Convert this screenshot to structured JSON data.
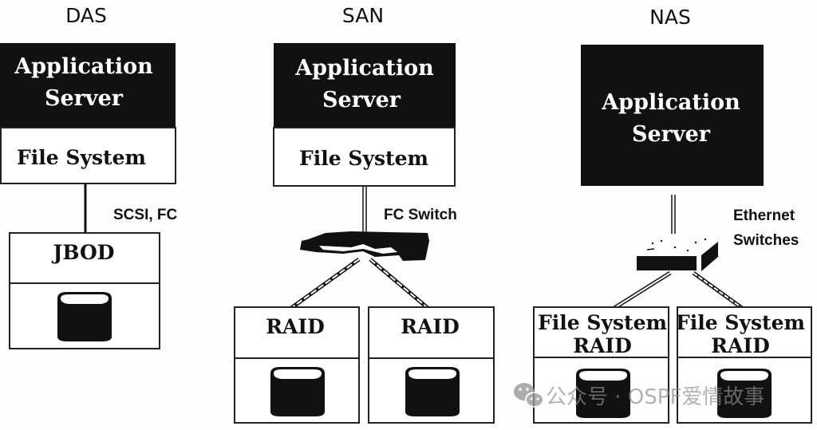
{
  "diagram": {
    "sections": [
      {
        "id": "das",
        "title": "DAS",
        "server": {
          "line1": "Application",
          "line2": "Server"
        },
        "file_system": "File System",
        "link_label": "SCSI, FC",
        "storage": [
          {
            "label": "JBOD"
          }
        ]
      },
      {
        "id": "san",
        "title": "SAN",
        "server": {
          "line1": "Application",
          "line2": "Server"
        },
        "file_system": "File System",
        "link_label": "FC Switch",
        "storage": [
          {
            "label": "RAID"
          },
          {
            "label": "RAID"
          }
        ]
      },
      {
        "id": "nas",
        "title": "NAS",
        "server": {
          "line1": "Application",
          "line2": "Server"
        },
        "link_label_line1": "Ethernet",
        "link_label_line2": "Switches",
        "storage": [
          {
            "label_line1": "File System",
            "label_line2": "RAID"
          },
          {
            "label_line1": "File System",
            "label_line2": "RAID"
          }
        ]
      }
    ],
    "watermark": {
      "icon": "wechat-icon",
      "text": "公众号 · OSPF爱情故事"
    },
    "colors": {
      "ink": "#111111",
      "background": "#fdfdfd",
      "watermark": "#8f8f8f"
    }
  }
}
